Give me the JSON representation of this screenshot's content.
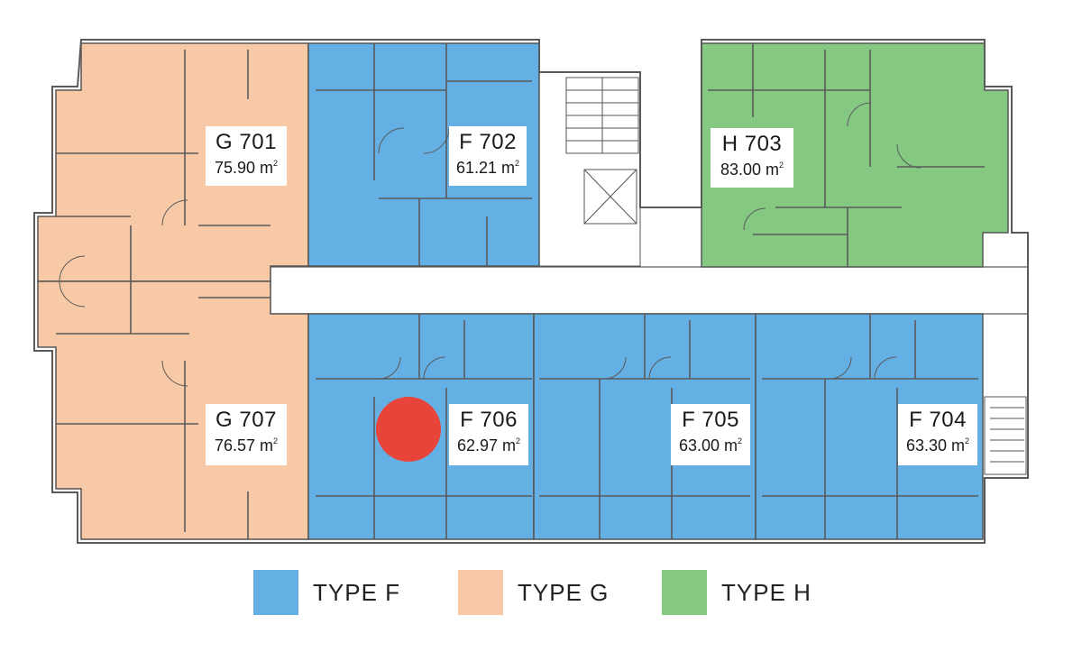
{
  "colors": {
    "type_f": "#64b0e4",
    "type_g": "#f8c9a6",
    "type_h": "#84c882",
    "walls": "#5a5a5a",
    "marker": "#e8443a"
  },
  "units": [
    {
      "code": "G 701",
      "area": "75.90 m",
      "sup": "2",
      "type": "G"
    },
    {
      "code": "F 702",
      "area": "61.21 m",
      "sup": "2",
      "type": "F"
    },
    {
      "code": "H 703",
      "area": "83.00 m",
      "sup": "2",
      "type": "H"
    },
    {
      "code": "F 704",
      "area": "63.30 m",
      "sup": "2",
      "type": "F"
    },
    {
      "code": "F 705",
      "area": "63.00 m",
      "sup": "2",
      "type": "F"
    },
    {
      "code": "F 706",
      "area": "62.97 m",
      "sup": "2",
      "type": "F"
    },
    {
      "code": "G 707",
      "area": "76.57 m",
      "sup": "2",
      "type": "G"
    }
  ],
  "legend": [
    {
      "label": "TYPE  F",
      "color": "#64b0e4"
    },
    {
      "label": "TYPE  G",
      "color": "#f8c9a6"
    },
    {
      "label": "TYPE  H",
      "color": "#84c882"
    }
  ]
}
